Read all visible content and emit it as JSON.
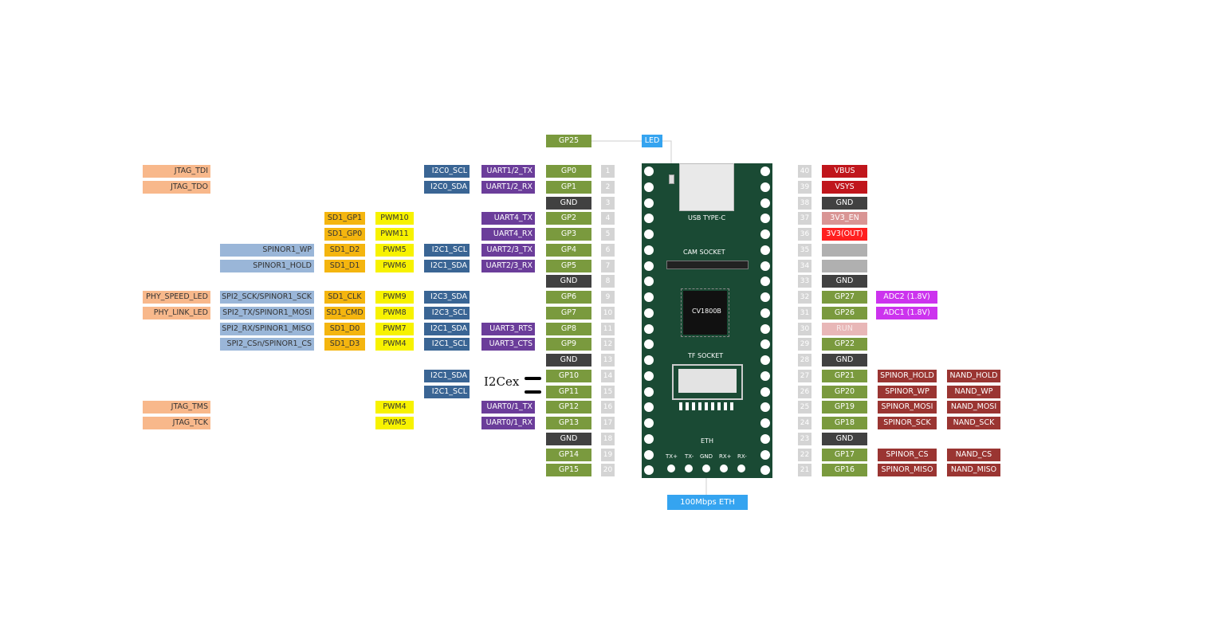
{
  "colors": {
    "gpio": "#7a9a3e",
    "gnd": "#414141",
    "i2c": "#3a6594",
    "uart": "#6b3d9a",
    "pwm": "#f7f200",
    "sd": "#f4b50f",
    "jtag": "#f8b88b",
    "spi": "#9ab6d8",
    "power": "#c0161c",
    "power_bright": "#ff2020",
    "power_pale": "#d99594",
    "disabled": "#b0b0b0",
    "adc": "#cc33ee",
    "spinor": "#9a3532",
    "led": "#35a4f0",
    "pin_number": "#d4d4d4",
    "board": "#1a4a34"
  },
  "top": {
    "gp25": "GP25",
    "led": "LED"
  },
  "board": {
    "usb": "USB TYPE-C",
    "cam": "CAM SOCKET",
    "chip": "CV1800B",
    "tf": "TF SOCKET",
    "eth": "ETH",
    "eth_pins": [
      "TX+",
      "TX-",
      "GND",
      "RX+",
      "RX-"
    ],
    "eth_label": "100Mbps ETH"
  },
  "i2cex": "I2Cex",
  "left_pins": [
    {
      "num": "1",
      "gp": "GP0",
      "uart": "UART1/2_TX",
      "i2c": "I2C0_SCL",
      "jtag": "JTAG_TDI"
    },
    {
      "num": "2",
      "gp": "GP1",
      "uart": "UART1/2_RX",
      "i2c": "I2C0_SDA",
      "jtag": "JTAG_TDO"
    },
    {
      "num": "3",
      "gp": "GND"
    },
    {
      "num": "4",
      "gp": "GP2",
      "uart": "UART4_TX",
      "pwm": "PWM10",
      "sd": "SD1_GP1"
    },
    {
      "num": "5",
      "gp": "GP3",
      "uart": "UART4_RX",
      "pwm": "PWM11",
      "sd": "SD1_GP0"
    },
    {
      "num": "6",
      "gp": "GP4",
      "uart": "UART2/3_TX",
      "i2c": "I2C1_SCL",
      "pwm": "PWM5",
      "sd": "SD1_D2",
      "spi": "SPINOR1_WP"
    },
    {
      "num": "7",
      "gp": "GP5",
      "uart": "UART2/3_RX",
      "i2c": "I2C1_SDA",
      "pwm": "PWM6",
      "sd": "SD1_D1",
      "spi": "SPINOR1_HOLD"
    },
    {
      "num": "8",
      "gp": "GND"
    },
    {
      "num": "9",
      "gp": "GP6",
      "i2c": "I2C3_SDA",
      "pwm": "PWM9",
      "sd": "SD1_CLK",
      "spi": "SPI2_SCK/SPINOR1_SCK",
      "jtag": "PHY_SPEED_LED"
    },
    {
      "num": "10",
      "gp": "GP7",
      "i2c": "I2C3_SCL",
      "pwm": "PWM8",
      "sd": "SD1_CMD",
      "spi": "SPI2_TX/SPINOR1_MOSI",
      "jtag": "PHY_LINK_LED"
    },
    {
      "num": "11",
      "gp": "GP8",
      "uart": "UART3_RTS",
      "i2c": "I2C1_SDA",
      "pwm": "PWM7",
      "sd": "SD1_D0",
      "spi": "SPI2_RX/SPINOR1_MISO"
    },
    {
      "num": "12",
      "gp": "GP9",
      "uart": "UART3_CTS",
      "i2c": "I2C1_SCL",
      "pwm": "PWM4",
      "sd": "SD1_D3",
      "spi": "SPI2_CSn/SPINOR1_CS"
    },
    {
      "num": "13",
      "gp": "GND"
    },
    {
      "num": "14",
      "gp": "GP10",
      "i2c": "I2C1_SDA"
    },
    {
      "num": "15",
      "gp": "GP11",
      "i2c": "I2C1_SCL"
    },
    {
      "num": "16",
      "gp": "GP12",
      "uart": "UART0/1_TX",
      "pwm": "PWM4",
      "jtag": "JTAG_TMS"
    },
    {
      "num": "17",
      "gp": "GP13",
      "uart": "UART0/1_RX",
      "pwm": "PWM5",
      "jtag": "JTAG_TCK"
    },
    {
      "num": "18",
      "gp": "GND"
    },
    {
      "num": "19",
      "gp": "GP14"
    },
    {
      "num": "20",
      "gp": "GP15"
    }
  ],
  "right_pins": [
    {
      "num": "40",
      "gp": "VBUS",
      "kind": "power"
    },
    {
      "num": "39",
      "gp": "VSYS",
      "kind": "power"
    },
    {
      "num": "38",
      "gp": "GND",
      "kind": "gnd"
    },
    {
      "num": "37",
      "gp": "3V3_EN",
      "kind": "power_pale"
    },
    {
      "num": "36",
      "gp": "3V3(OUT)",
      "kind": "power_bright"
    },
    {
      "num": "35",
      "gp": "",
      "kind": "disabled"
    },
    {
      "num": "34",
      "gp": "",
      "kind": "disabled"
    },
    {
      "num": "33",
      "gp": "GND",
      "kind": "gnd"
    },
    {
      "num": "32",
      "gp": "GP27",
      "kind": "gpio",
      "adc": "ADC2 (1.8V)"
    },
    {
      "num": "31",
      "gp": "GP26",
      "kind": "gpio",
      "adc": "ADC1 (1.8V)"
    },
    {
      "num": "30",
      "gp": "RUN",
      "kind": "run"
    },
    {
      "num": "29",
      "gp": "GP22",
      "kind": "gpio"
    },
    {
      "num": "28",
      "gp": "GND",
      "kind": "gnd"
    },
    {
      "num": "27",
      "gp": "GP21",
      "kind": "gpio",
      "spinor": "SPINOR_HOLD",
      "nand": "NAND_HOLD"
    },
    {
      "num": "26",
      "gp": "GP20",
      "kind": "gpio",
      "spinor": "SPINOR_WP",
      "nand": "NAND_WP"
    },
    {
      "num": "25",
      "gp": "GP19",
      "kind": "gpio",
      "spinor": "SPINOR_MOSI",
      "nand": "NAND_MOSI"
    },
    {
      "num": "24",
      "gp": "GP18",
      "kind": "gpio",
      "spinor": "SPINOR_SCK",
      "nand": "NAND_SCK"
    },
    {
      "num": "23",
      "gp": "GND",
      "kind": "gnd"
    },
    {
      "num": "22",
      "gp": "GP17",
      "kind": "gpio",
      "spinor": "SPINOR_CS",
      "nand": "NAND_CS"
    },
    {
      "num": "21",
      "gp": "GP16",
      "kind": "gpio",
      "spinor": "SPINOR_MISO",
      "nand": "NAND_MISO"
    }
  ]
}
